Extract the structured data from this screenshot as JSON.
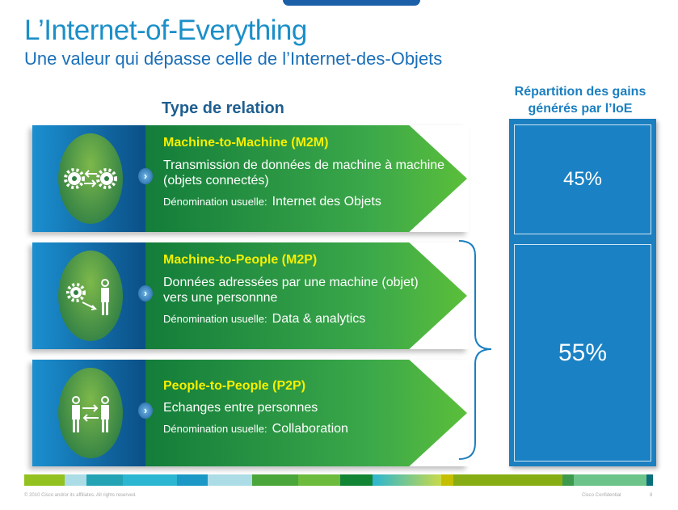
{
  "title": "L’Internet-of-Everything",
  "subtitle": "Une valeur qui dépasse celle de l’Internet-des-Objets",
  "section_label": "Type de relation",
  "rows": [
    {
      "title": "Machine-to-Machine (M2M)",
      "desc": "Transmission de données de machine à machine (objets connectés)",
      "name_label": "Dénomination  usuelle:",
      "name_value": "Internet des Objets",
      "icon": "gears-exchange-icon"
    },
    {
      "title": "Machine-to-People (M2P)",
      "desc": "Données adressées par une machine (objet) vers une personnne",
      "name_label": "Dénomination  usuelle:",
      "name_value": "Data & analytics",
      "icon": "gear-to-person-icon"
    },
    {
      "title": "People-to-People (P2P)",
      "desc": "Echanges entre personnes",
      "name_label": "Dénomination  usuelle:",
      "name_value": "Collaboration",
      "icon": "person-to-person-icon"
    }
  ],
  "gains": {
    "heading": "Répartition des gains générés par l’IoE",
    "m2m": "45%",
    "rest": "55%"
  },
  "footer": {
    "copyright": "© 2010 Cisco and/or its affiliates. All rights reserved.",
    "confidential": "Cisco Confidential",
    "page": "8"
  },
  "colors": {
    "title": "#1b8fc8",
    "panel": "#1b7fc0",
    "green": "#3ba84a",
    "highlight": "#f5f000"
  }
}
